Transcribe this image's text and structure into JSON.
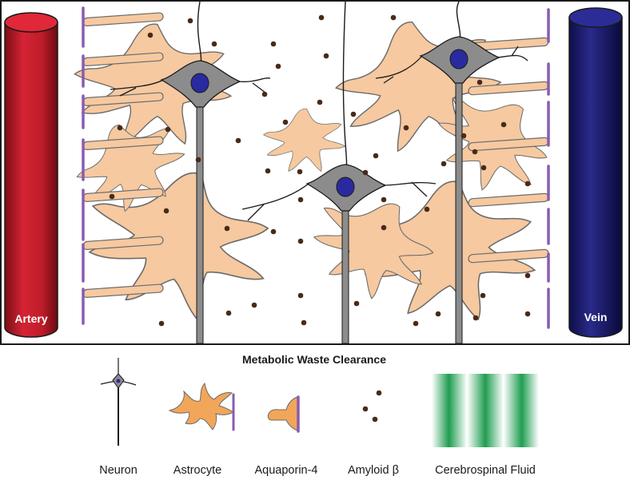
{
  "diagram": {
    "title": "Metabolic Waste Clearance",
    "artery_label": "Artery",
    "vein_label": "Vein"
  },
  "legend": [
    {
      "id": "neuron",
      "label": "Neuron"
    },
    {
      "id": "astrocyte",
      "label": "Astrocyte"
    },
    {
      "id": "aquaporin",
      "label": "Aquaporin-4"
    },
    {
      "id": "amyloid",
      "label": "Amyloid β"
    },
    {
      "id": "csf",
      "label": "Cerebrospinal Fluid"
    }
  ],
  "colors": {
    "artery": "#c8202e",
    "vein": "#1a1a78",
    "astrocyte": "#f6c9a0",
    "astrocyte_outline": "#6b6b6b",
    "neuron_body": "#8c8c8c",
    "nucleus": "#2a2aa0",
    "aquaporin": "#8a5cb0",
    "amyloid": "#4a2a18",
    "csf": "#2aa85a",
    "legend_astrocyte": "#f2a65a"
  }
}
